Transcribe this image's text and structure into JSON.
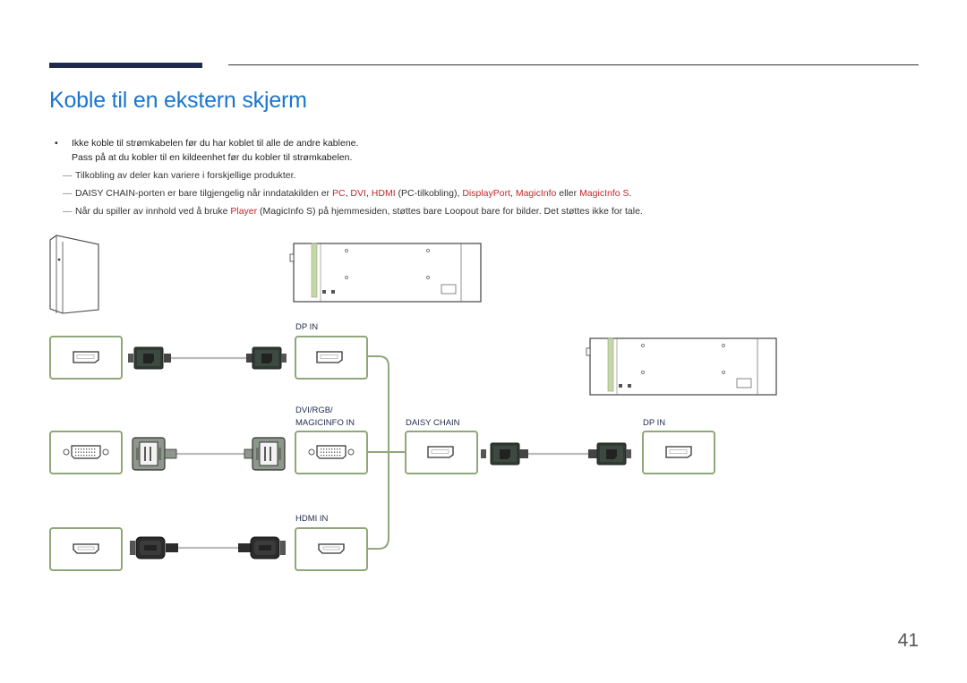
{
  "page": {
    "title": "Koble til en ekstern skjerm",
    "page_number": "41"
  },
  "notes": {
    "bullet_1": "Ikke koble til strømkabelen før du har koblet til alle de andre kablene.",
    "bullet_2": "Pass på at du kobler til en kildeenhet før du kobler til strømkabelen.",
    "note_1": "Tilkobling av deler kan variere i forskjellige produkter.",
    "note_2": {
      "p1": "DAISY CHAIN",
      "p2": "-porten er bare tilgjengelig når inndatakilden er ",
      "p3": "PC",
      "p4": ", ",
      "p5": "DVI",
      "p6": ", ",
      "p7": "HDMI",
      "p8": " (PC-tilkobling), ",
      "p9": "DisplayPort",
      "p10": ", ",
      "p11": "MagicInfo",
      "p12": " eller ",
      "p13": "MagicInfo S",
      "p14": "."
    },
    "note_3": {
      "p1": "Når du spiller av innhold ved å bruke ",
      "p2": "Player",
      "p3": " (",
      "p4": "MagicInfo S",
      "p5": ") på hjemmesiden, støttes bare Loopout bare for bilder. Det støttes ikke for tale."
    }
  },
  "diagram": {
    "labels": {
      "dp_in_1": "DP IN",
      "dvi_rgb_line1": "DVI/RGB/",
      "dvi_rgb_line2": "MAGICINFO IN",
      "hdmi_in": "HDMI IN",
      "daisy_chain": "DAISY CHAIN",
      "dp_in_2": "DP IN"
    },
    "icons": [
      "pc-tower-icon",
      "monitor-back-icon",
      "displayport-plug-icon",
      "dvi-plug-icon",
      "hdmi-plug-icon"
    ],
    "colors": {
      "port_box_border": "#8fa77a",
      "route_line": "#8fa77a",
      "title_blue": "#1a75cf",
      "highlight_red": "#c1272d",
      "header_bar": "#1f2a4d"
    }
  }
}
